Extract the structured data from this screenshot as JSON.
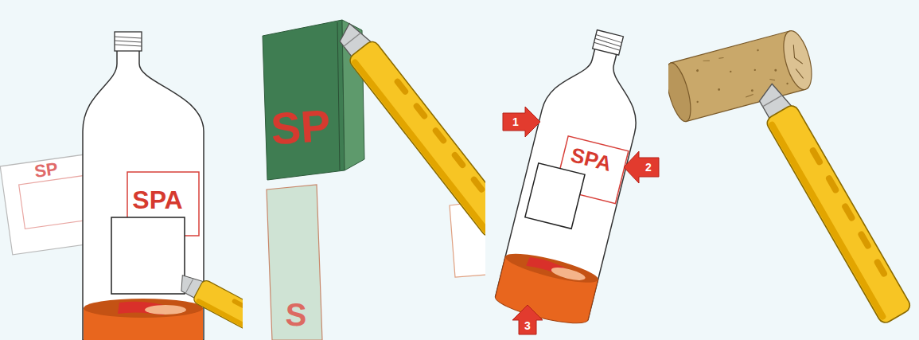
{
  "diagram": {
    "labels": [
      "SP",
      "SPA",
      "SP",
      "S",
      "1",
      "SPA",
      "2",
      "3"
    ]
  }
}
